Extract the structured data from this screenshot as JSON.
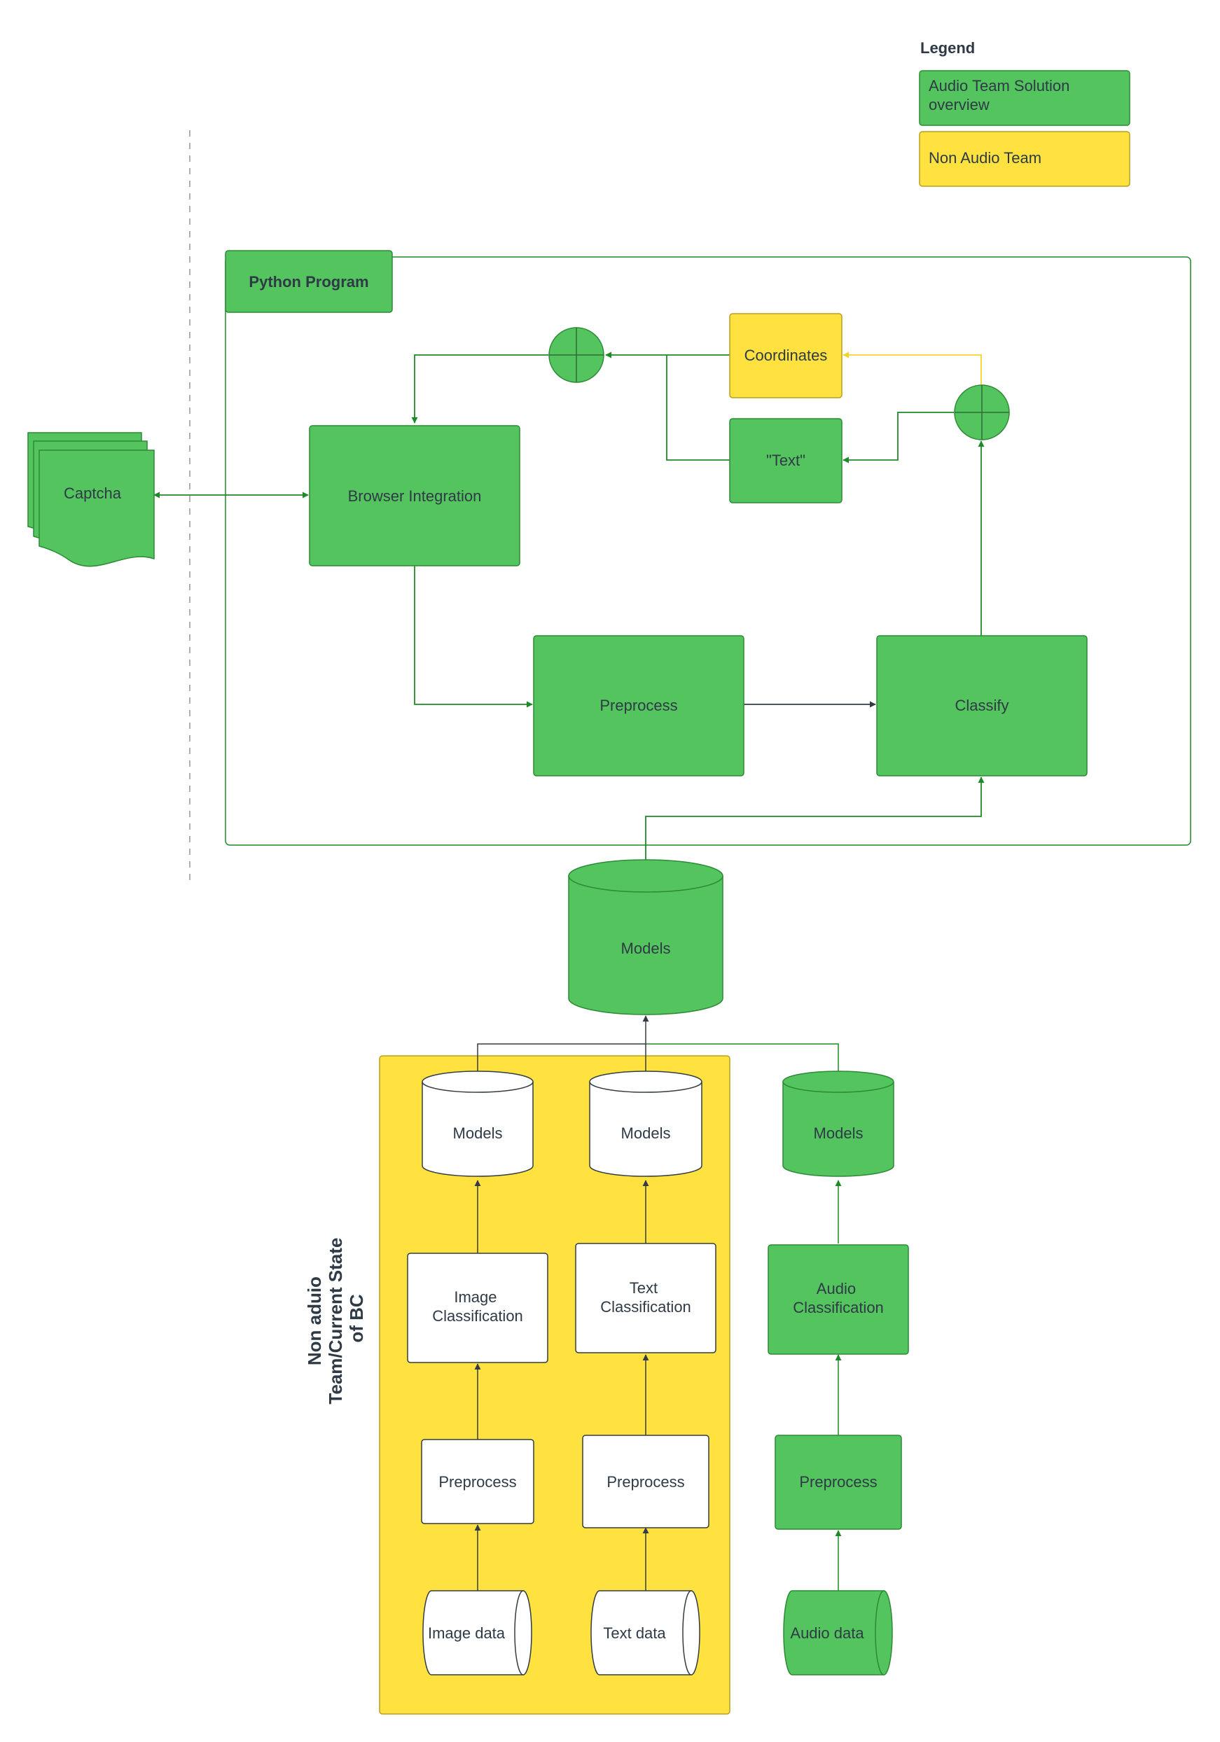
{
  "legend": {
    "title": "Legend",
    "items": [
      {
        "label_line1": "Audio Team Solution",
        "label_line2": "overview",
        "color": "#54c45e"
      },
      {
        "label": "Non Audio Team",
        "color": "#ffe23f"
      }
    ]
  },
  "colors": {
    "green_fill": "#54c45e",
    "green_stroke": "#2c8a35",
    "yellow_fill": "#ffe23f",
    "yellow_stroke": "#b8a020",
    "arrow_green": "#1e8a27",
    "arrow_yellow": "#f5d42a",
    "arrow_dark": "#333c44",
    "divider": "#b0b0b0"
  },
  "program": {
    "title": "Python Program",
    "captcha": "Captcha",
    "browser": "Browser Integration",
    "preprocess": "Preprocess",
    "classify": "Classify",
    "coordinates": "Coordinates",
    "text_output": "\"Text\""
  },
  "models_main": "Models",
  "non_audio": {
    "section_label_line1": "Non aduio",
    "section_label_line2": "Team/Current State",
    "section_label_line3": "of BC",
    "image": {
      "models": "Models",
      "classification_line1": "Image",
      "classification_line2": "Classification",
      "preprocess": "Preprocess",
      "data": "Image data"
    },
    "text": {
      "models": "Models",
      "classification_line1": "Text",
      "classification_line2": "Classification",
      "preprocess": "Preprocess",
      "data": "Text data"
    }
  },
  "audio": {
    "models": "Models",
    "classification_line1": "Audio",
    "classification_line2": "Classification",
    "preprocess": "Preprocess",
    "data": "Audio data"
  }
}
